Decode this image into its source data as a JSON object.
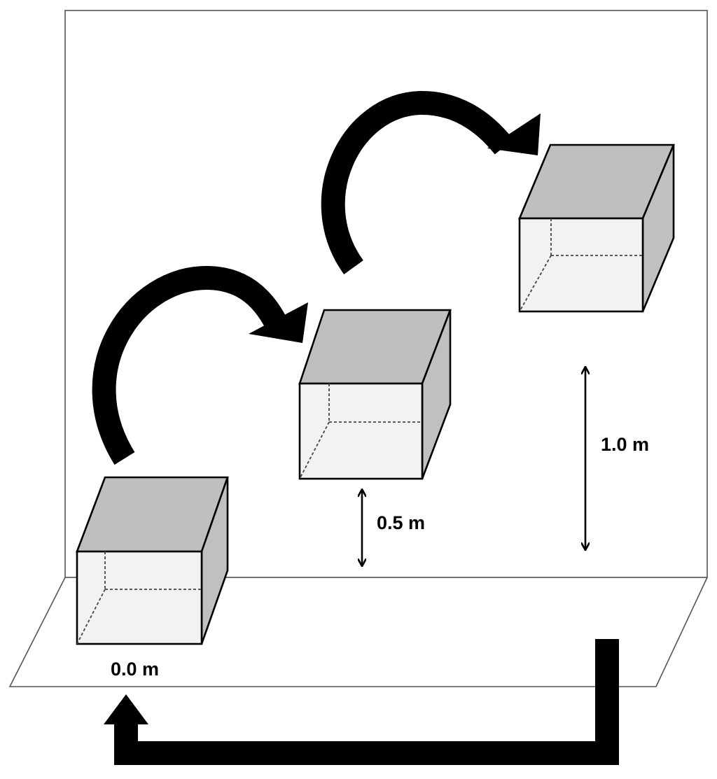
{
  "labels": {
    "floor_height": "0.0 m",
    "step_height": "0.5 m",
    "top_height": "1.0 m"
  },
  "colors": {
    "box_top": "#bfbfbf",
    "box_front": "#f2f2f2",
    "box_side": "#c0c0c0",
    "arrow": "#000000",
    "outline": "#000000",
    "background": "#ffffff"
  }
}
